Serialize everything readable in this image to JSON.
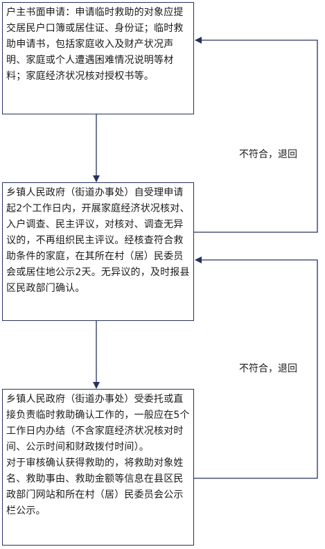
{
  "steps": [
    {
      "paragraphs": [
        "户主书面申请：申请临时救助的对象应提交居民户口簿或居住证、身份证；临时救助申请书，包括家庭收入及财产状况声明、家庭或个人遭遇困难情况说明等材料；家庭经济状况核对授权书等。"
      ]
    },
    {
      "paragraphs": [
        "乡镇人民政府（街道办事处）自受理申请起2个工作日内，开展家庭经济状况核对、入户调查、民主评议，对核对、调查无异议的，不再组织民主评议。经核查符合救助条件的家庭，在其所在村（居）民委员会或居住地公示2天。无异议的，及时报县区民政部门确认。"
      ]
    },
    {
      "paragraphs": [
        "乡镇人民政府（街道办事处）受委托或直接负责临时救助确认工作的，一般应在5个工作日内办结（不含家庭经济状况核对时间、公示时间和财政拨付时间）。",
        "对于审核确认获得救助的，将救助对象姓名、救助事由、救助金额等信息在县区民政部门网站和所在村（居）民委员会公示栏公示。"
      ]
    }
  ],
  "return_notes": [
    "不符合，退回",
    "不符合，退回"
  ],
  "colors": {
    "line": "#24325e",
    "text": "#1a1a1a"
  }
}
